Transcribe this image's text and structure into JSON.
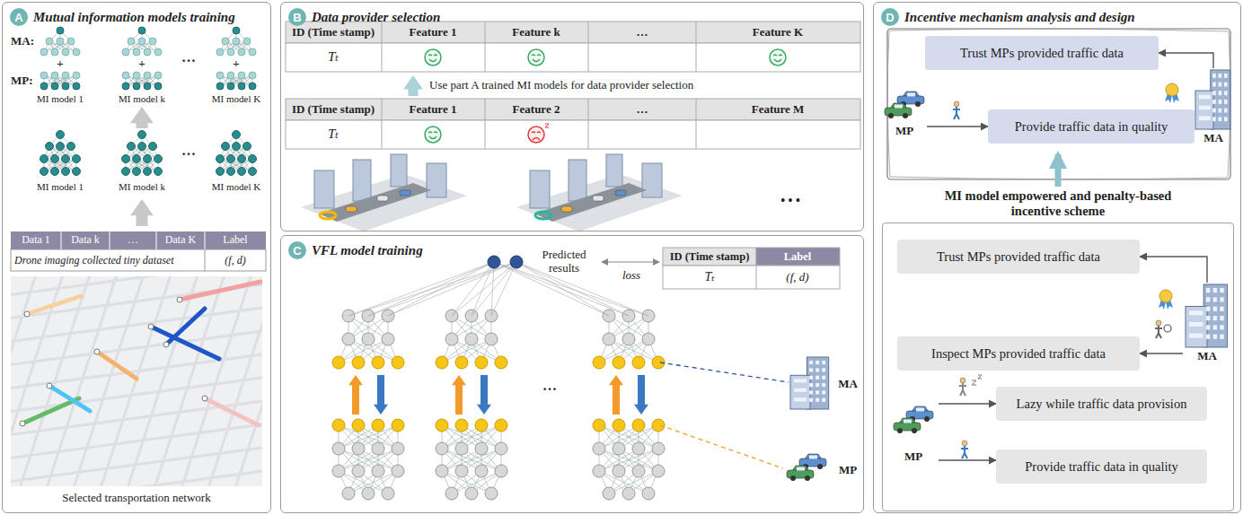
{
  "diagram": {
    "nodes": [
      {
        "text": [
          "A",
          "Mutual information models training"
        ]
      },
      {
        "text": [
          "B",
          "Data provider selection"
        ]
      },
      {
        "text": [
          "C",
          "VFL model training"
        ]
      },
      {
        "text": [
          "D",
          "Incentive mechanism analysis and design"
        ]
      },
      {
        "text": [
          "Trust MPs provided traffic data"
        ],
        "in": 3
      },
      {
        "text": [
          "MA"
        ],
        "in": 3
      },
      {
        "text": [
          "MP"
        ],
        "in": 3
      },
      {
        "text": [
          "Provide traffic data in quality"
        ],
        "in": 3
      },
      {
        "text": [
          "MI model empowered and penalty-based incentive scheme"
        ],
        "in": 3
      },
      {
        "text": [
          "Trust MPs provided traffic data"
        ],
        "in": 8
      },
      {
        "text": [
          "MA"
        ],
        "in": 8
      },
      {
        "text": [
          "Inspect MPs provided traffic data"
        ],
        "in": 8
      },
      {
        "text": [
          "MP"
        ],
        "in": 8
      },
      {
        "text": [
          "Lazy while traffic data provision"
        ],
        "in": 8
      },
      {
        "text": [
          "Provide traffic data in quality"
        ],
        "in": 8
      }
    ],
    "edges": [
      {
        "from": 5,
        "to": 4,
        "arrow": "to"
      },
      {
        "from": 6,
        "to": 7,
        "arrow": "to"
      },
      {
        "from": 8,
        "to": 7,
        "arrow": "to"
      },
      {
        "from": 10,
        "to": 9,
        "arrow": "to"
      },
      {
        "from": 10,
        "to": 11,
        "arrow": "to"
      },
      {
        "from": 12,
        "to": 13,
        "arrow": "to"
      },
      {
        "from": 12,
        "to": 14,
        "arrow": "to"
      }
    ],
    "labels": [
      "MA:",
      "MP:",
      "+",
      "+",
      "+",
      "MI model 1",
      "MI model k",
      "MI model K",
      "…",
      "MI model 1",
      "MI model k",
      "MI model K",
      "…",
      "Data 1",
      "Data k",
      "…",
      "Data K",
      "Label",
      "Drone imaging collected tiny dataset",
      "(f, d)",
      "Selected transportation network",
      "ID (Time stamp)",
      "Feature 1",
      "Feature k",
      "…",
      "Feature K",
      "Tₜ",
      "Use part A trained MI models for data provider selection",
      "ID (Time stamp)",
      "Feature 1",
      "Feature 2",
      "…",
      "Feature M",
      "Tₜ",
      "• • •",
      "Predicted results",
      "loss",
      "ID (Time stamp)",
      "Label",
      "Tₜ",
      "(f, d)",
      "…",
      "MA",
      "MP"
    ]
  }
}
